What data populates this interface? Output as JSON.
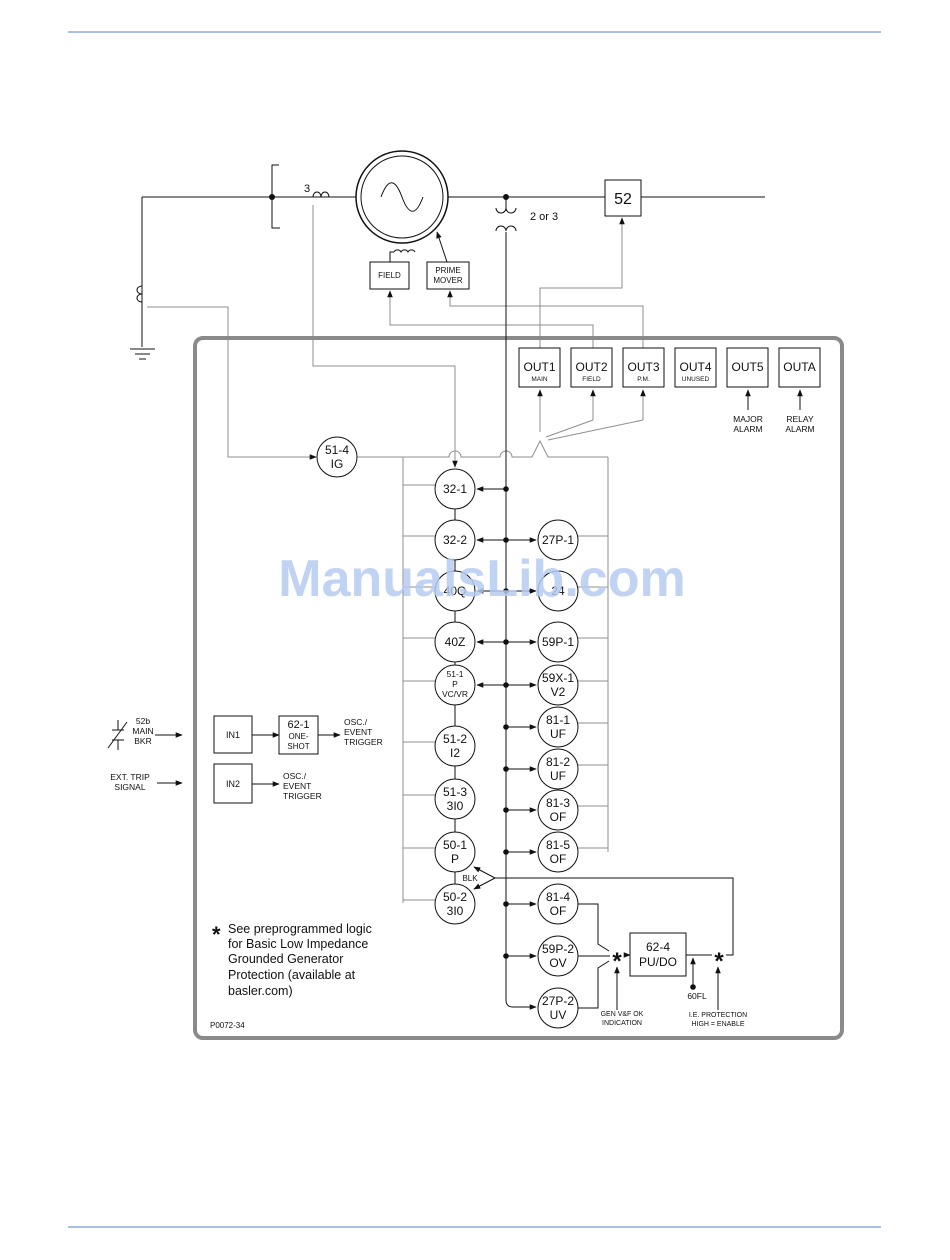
{
  "watermark": "ManualsLib.com",
  "one_line": {
    "ct_qty": "3",
    "vt_qty": "2 or 3",
    "breaker": "52",
    "field": "FIELD",
    "prime_mover": [
      "PRIME",
      "MOVER"
    ]
  },
  "outputs": [
    {
      "name": "OUT1",
      "sub": "MAIN"
    },
    {
      "name": "OUT2",
      "sub": "FIELD"
    },
    {
      "name": "OUT3",
      "sub": "P.M."
    },
    {
      "name": "OUT4",
      "sub": "UNUSED"
    },
    {
      "name": "OUT5"
    },
    {
      "name": "OUTA"
    }
  ],
  "alarms": {
    "major": [
      "MAJOR",
      "ALARM"
    ],
    "relay": [
      "RELAY",
      "ALARM"
    ]
  },
  "ground_element": [
    "51-4",
    "IG"
  ],
  "elements_left": [
    [
      "32-1"
    ],
    [
      "32-2"
    ],
    [
      "40Q"
    ],
    [
      "40Z"
    ],
    [
      "51-1",
      "P",
      "VC/VR"
    ],
    [
      "51-2",
      "I2"
    ],
    [
      "51-3",
      "3I0"
    ],
    [
      "50-1",
      "P"
    ],
    [
      "50-2",
      "3I0"
    ]
  ],
  "elements_right": [
    [
      "27P-1"
    ],
    [
      "24"
    ],
    [
      "59P-1"
    ],
    [
      "59X-1",
      "V2"
    ],
    [
      "81-1",
      "UF"
    ],
    [
      "81-2",
      "UF"
    ],
    [
      "81-3",
      "OF"
    ],
    [
      "81-5",
      "OF"
    ],
    [
      "81-4",
      "OF"
    ],
    [
      "59P-2",
      "OV"
    ],
    [
      "27P-2",
      "UV"
    ]
  ],
  "blk": "BLK",
  "inputs": {
    "main_bkr": [
      "52b",
      "MAIN",
      "BKR"
    ],
    "ext_trip": [
      "EXT. TRIP",
      "SIGNAL"
    ],
    "in1": "IN1",
    "in2": "IN2",
    "one_shot": [
      "62-1",
      "ONE-",
      "SHOT"
    ],
    "trigger1": [
      "OSC./",
      "EVENT",
      "TRIGGER"
    ],
    "trigger2": [
      "OSC./",
      "EVENT",
      "TRIGGER"
    ]
  },
  "logic": {
    "and_marker": "*",
    "timer": [
      "62-4",
      "PU/DO"
    ],
    "vf_ok": [
      "GEN V&F OK",
      "INDICATION"
    ],
    "ie_protection": [
      "I.E. PROTECTION",
      "HIGH = ENABLE"
    ],
    "fuse_loss": "60FL"
  },
  "note": {
    "marker": "*",
    "lines": [
      "See preprogrammed logic",
      "for Basic Low Impedance",
      "Grounded Generator",
      "Protection (available at",
      "basler.com)"
    ]
  },
  "figure_id": "P0072-34",
  "colors": {
    "rule": "#a9c0e4",
    "watermark": "#b5cbf0",
    "relay_border": "#8a8a8a",
    "signal_lines": "#8f8f8f"
  }
}
